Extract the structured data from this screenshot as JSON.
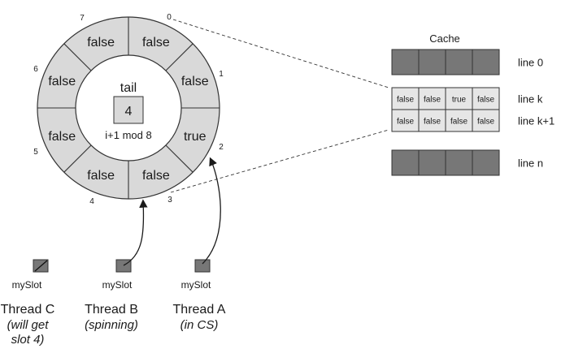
{
  "ring": {
    "slots": [
      {
        "index": "0",
        "value": "false"
      },
      {
        "index": "1",
        "value": "false"
      },
      {
        "index": "2",
        "value": "true"
      },
      {
        "index": "3",
        "value": "false"
      },
      {
        "index": "4",
        "value": "false"
      },
      {
        "index": "5",
        "value": "false"
      },
      {
        "index": "6",
        "value": "false"
      },
      {
        "index": "7",
        "value": "false"
      }
    ],
    "tail_label": "tail",
    "tail_value": "4",
    "formula": "i+1 mod 8"
  },
  "cache": {
    "title": "Cache",
    "lines": [
      {
        "label": "line 0",
        "cells": [
          "",
          "",
          "",
          ""
        ],
        "filled": true
      },
      {
        "label": "line k",
        "cells": [
          "false",
          "false",
          "true",
          "false"
        ],
        "filled": false
      },
      {
        "label": "line k+1",
        "cells": [
          "false",
          "false",
          "false",
          "false"
        ],
        "filled": false
      },
      {
        "label": "line n",
        "cells": [
          "",
          "",
          "",
          ""
        ],
        "filled": true
      }
    ]
  },
  "threads": [
    {
      "slot_label": "mySlot",
      "name": "Thread C",
      "note": [
        "(will get",
        "slot 4)"
      ]
    },
    {
      "slot_label": "mySlot",
      "name": "Thread B",
      "note": [
        "(spinning)"
      ]
    },
    {
      "slot_label": "mySlot",
      "name": "Thread A",
      "note": [
        "(in CS)"
      ]
    }
  ],
  "colors": {
    "ring_fill": "#d9d9d9",
    "cache_dark": "#777777",
    "cache_light": "#e6e6e6",
    "stroke": "#333333"
  }
}
